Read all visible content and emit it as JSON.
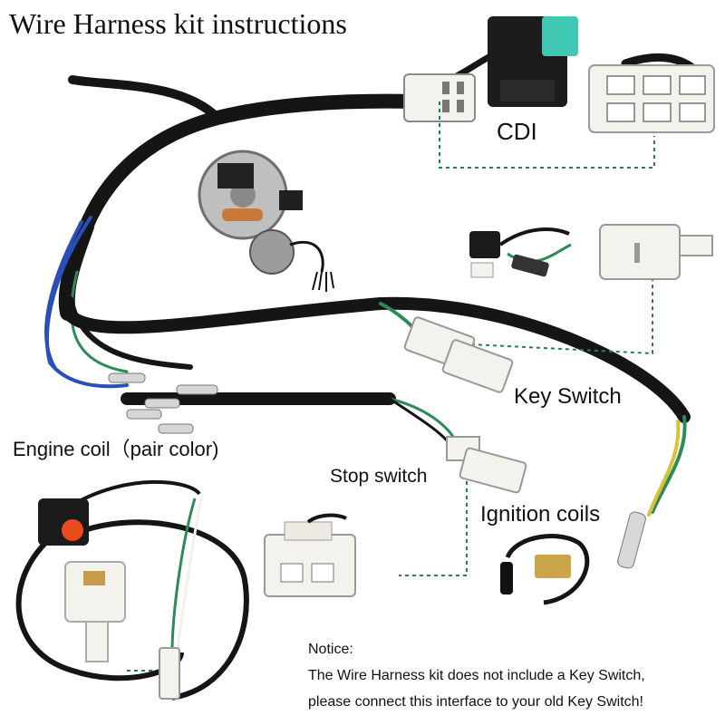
{
  "title": "Wire Harness kit instructions",
  "labels": {
    "cdi": "CDI",
    "key_switch": "Key Switch",
    "engine_coil": "Engine coil（pair color)",
    "stop_switch": "Stop switch",
    "ignition_coils": "Ignition coils"
  },
  "notice": {
    "heading": "Notice:",
    "line1": "The Wire Harness kit does not include a Key Switch,",
    "line2": "please connect this interface to your old Key Switch!"
  },
  "colors": {
    "wire_black": "#151515",
    "wire_blue": "#2b4fb8",
    "wire_green": "#2e8b57",
    "wire_yellow": "#d8c23a",
    "connector_white": "#f4f2ec",
    "cdi_teal": "#3fc9b3",
    "stop_button_red": "#e8491d",
    "dashed_leader": "#2e7d4f"
  }
}
